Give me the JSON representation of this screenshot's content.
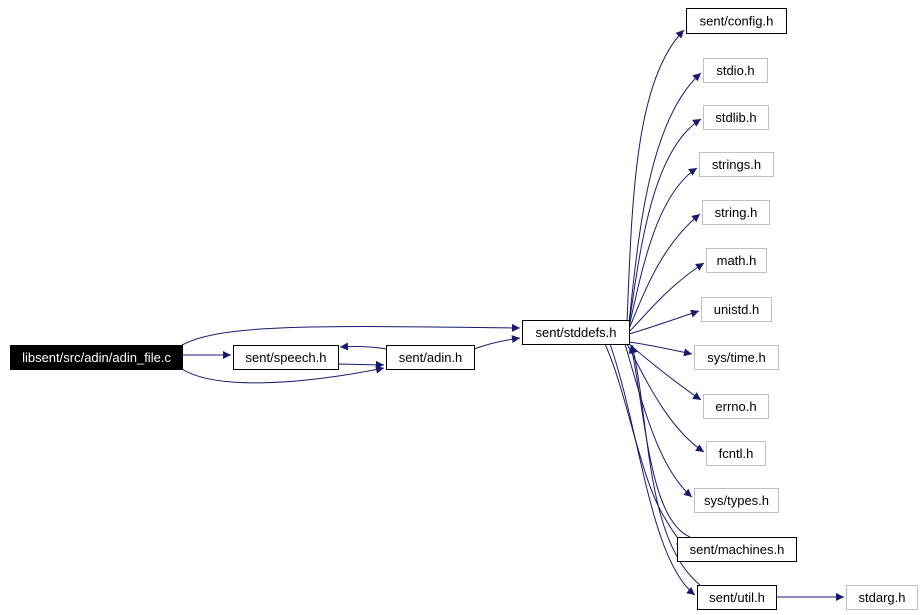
{
  "graph": {
    "colors": {
      "edge": "#191970",
      "node_border_documented": "#000000",
      "node_border_external": "#bfbfbf",
      "root_fill": "#000000",
      "root_text": "#ffffff",
      "node_fill": "#ffffff",
      "node_text": "#000000"
    },
    "nodes": [
      {
        "id": "adin_file",
        "label": "libsent/src/adin/adin_file.c",
        "kind": "root"
      },
      {
        "id": "speech",
        "label": "sent/speech.h",
        "kind": "documented"
      },
      {
        "id": "adin",
        "label": "sent/adin.h",
        "kind": "documented"
      },
      {
        "id": "stddefs",
        "label": "sent/stddefs.h",
        "kind": "documented"
      },
      {
        "id": "config",
        "label": "sent/config.h",
        "kind": "documented"
      },
      {
        "id": "stdio",
        "label": "stdio.h",
        "kind": "external"
      },
      {
        "id": "stdlib",
        "label": "stdlib.h",
        "kind": "external"
      },
      {
        "id": "strings",
        "label": "strings.h",
        "kind": "external"
      },
      {
        "id": "string",
        "label": "string.h",
        "kind": "external"
      },
      {
        "id": "math",
        "label": "math.h",
        "kind": "external"
      },
      {
        "id": "unistd",
        "label": "unistd.h",
        "kind": "external"
      },
      {
        "id": "systime",
        "label": "sys/time.h",
        "kind": "external"
      },
      {
        "id": "errno",
        "label": "errno.h",
        "kind": "external"
      },
      {
        "id": "fcntl",
        "label": "fcntl.h",
        "kind": "external"
      },
      {
        "id": "systypes",
        "label": "sys/types.h",
        "kind": "external"
      },
      {
        "id": "machines",
        "label": "sent/machines.h",
        "kind": "documented"
      },
      {
        "id": "util",
        "label": "sent/util.h",
        "kind": "documented"
      },
      {
        "id": "stdarg",
        "label": "stdarg.h",
        "kind": "external"
      }
    ],
    "edges": [
      {
        "from": "adin_file",
        "to": "stddefs"
      },
      {
        "from": "adin_file",
        "to": "speech"
      },
      {
        "from": "adin_file",
        "to": "adin"
      },
      {
        "from": "speech",
        "to": "adin"
      },
      {
        "from": "adin",
        "to": "speech"
      },
      {
        "from": "adin",
        "to": "stddefs"
      },
      {
        "from": "stddefs",
        "to": "config"
      },
      {
        "from": "stddefs",
        "to": "stdio"
      },
      {
        "from": "stddefs",
        "to": "stdlib"
      },
      {
        "from": "stddefs",
        "to": "strings"
      },
      {
        "from": "stddefs",
        "to": "string"
      },
      {
        "from": "stddefs",
        "to": "math"
      },
      {
        "from": "stddefs",
        "to": "unistd"
      },
      {
        "from": "stddefs",
        "to": "systime"
      },
      {
        "from": "stddefs",
        "to": "errno"
      },
      {
        "from": "stddefs",
        "to": "fcntl"
      },
      {
        "from": "stddefs",
        "to": "systypes"
      },
      {
        "from": "stddefs",
        "to": "machines"
      },
      {
        "from": "stddefs",
        "to": "util"
      },
      {
        "from": "machines",
        "to": "stddefs"
      },
      {
        "from": "util",
        "to": "stddefs"
      },
      {
        "from": "util",
        "to": "stdarg"
      }
    ]
  }
}
